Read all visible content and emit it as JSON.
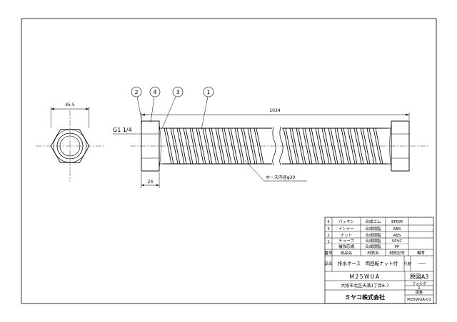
{
  "drawing": {
    "dims": {
      "width_label": "45.5",
      "length_label": "1034",
      "nut_label": "24",
      "thread_label": "G1 1/4",
      "hose_note": "ホース内径φ30"
    },
    "balloons": [
      "2",
      "4",
      "3",
      "1"
    ]
  },
  "title_block": {
    "parts": [
      {
        "no": "4",
        "name": "パッキン",
        "material": "合成ゴム",
        "code": "EPDM",
        "note": ""
      },
      {
        "no": "3",
        "name": "インナー",
        "material": "合成樹脂",
        "code": "ABS",
        "note": ""
      },
      {
        "no": "2",
        "name": "ナット",
        "material": "合成樹脂",
        "code": "ABS",
        "note": ""
      },
      {
        "no": "1",
        "name": "チューブ",
        "name2": "補強芯線",
        "material": "合成樹脂",
        "material2": "合成樹脂",
        "code": "SPVC",
        "code2": "PP",
        "note": ""
      }
    ],
    "headers": {
      "no": "番号",
      "name": "部品名",
      "material": "材質名",
      "code": "材質記号",
      "note": "備考"
    },
    "product_label": "品名",
    "product_name": "排水ホース　両回転ナット付",
    "scale_label": "尺度",
    "scale_value": "───",
    "model": "M25WUA",
    "paper": "原図A3",
    "address": "大阪市北区天満1丁目6-7",
    "folder_label": "フォルダ",
    "folder_value": "1",
    "drawing_no_label": "図番",
    "drawing_no": "M25WUA-01",
    "company": "ミヤコ株式会社"
  }
}
